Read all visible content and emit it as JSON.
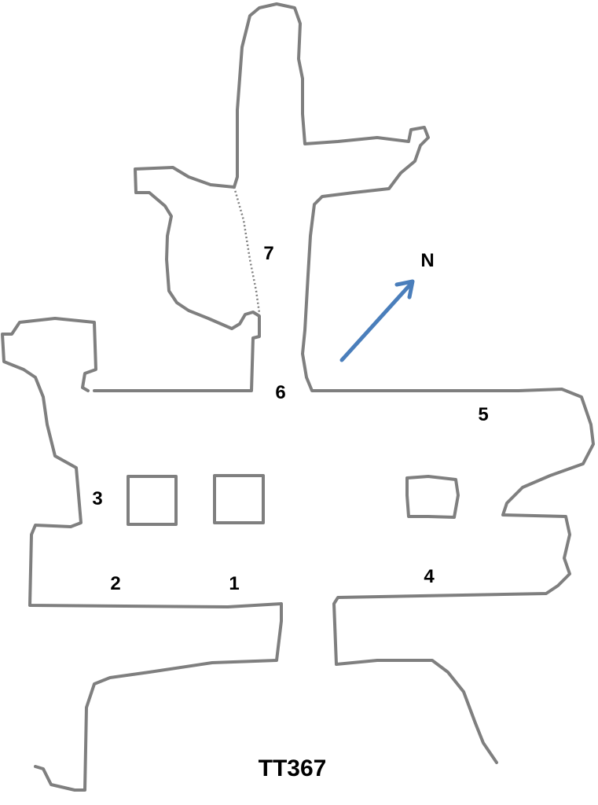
{
  "diagram": {
    "title": "TT367",
    "north_label": "N",
    "colors": {
      "wall": "#7f7f7f",
      "north_arrow": "#4a7ebb"
    },
    "labels": [
      "1",
      "2",
      "3",
      "4",
      "5",
      "6",
      "7"
    ]
  }
}
